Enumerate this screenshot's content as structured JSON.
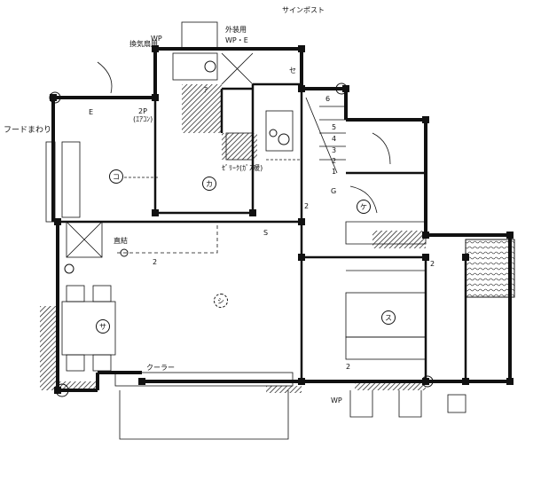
{
  "labels": {
    "sign_post": "サインポスト",
    "hood": "フードまわり",
    "vent_fan": "換気扇用",
    "outdoor_a": "外装用",
    "outdoor_b": "WP・E",
    "wp": "WP",
    "storage_boiler": "ｾﾞﾘｰｸ(ｶﾞｽ暖)",
    "cooler": "クーラー",
    "direct": "直結",
    "outlet_2p": "2P",
    "outlet_2p_sub": "(ｴｱｺﾝ)",
    "e": "E",
    "s": "S",
    "small_a": "ｱ",
    "small_se": "セ",
    "g": "G",
    "digit_6": "6",
    "digit_5": "5",
    "digit_4": "4",
    "digit_3": "3",
    "digit_2": "2",
    "digit_1": "1"
  },
  "rooms": {
    "ko": "コ",
    "ka": "カ",
    "shi": "シ",
    "sa": "サ",
    "su": "ス",
    "ke": "ケ"
  }
}
